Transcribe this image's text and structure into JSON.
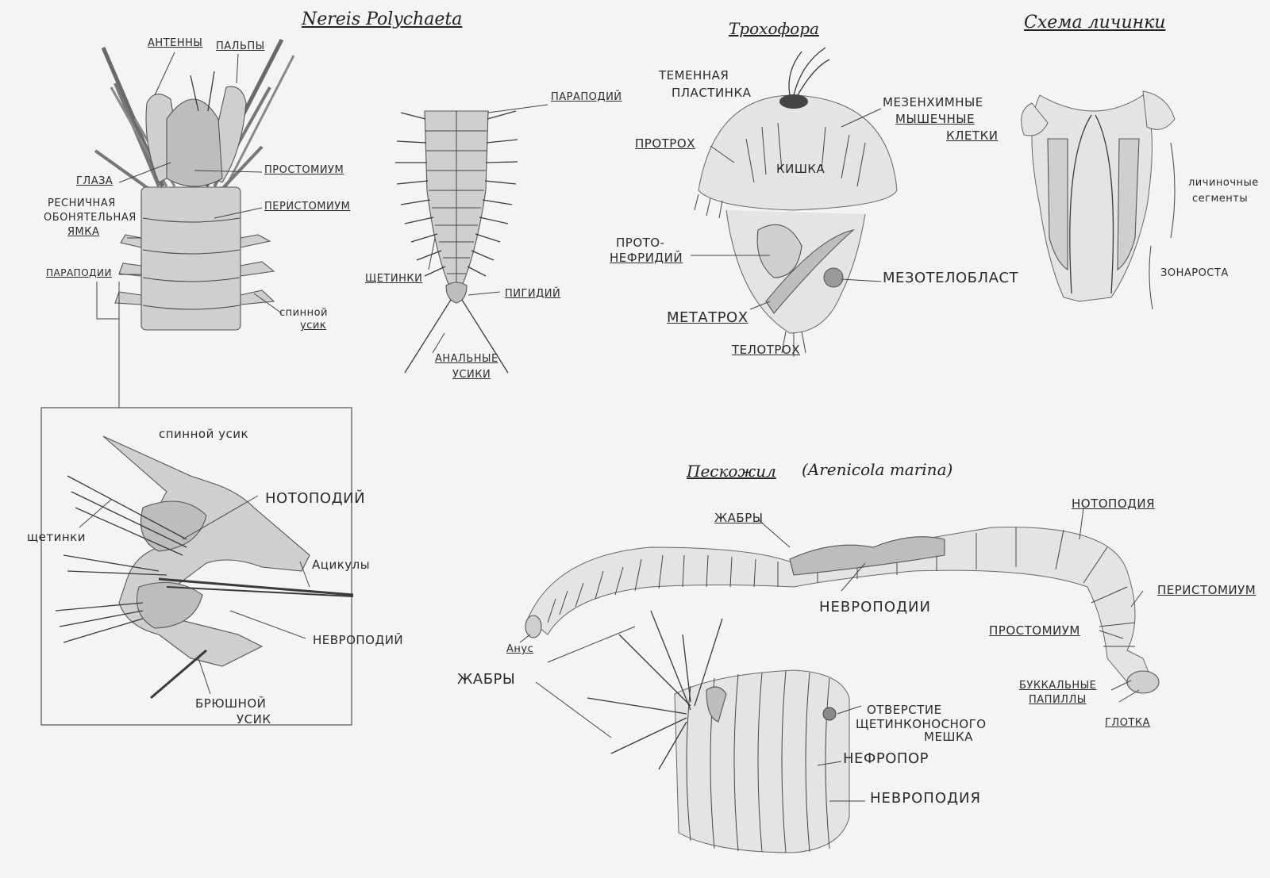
{
  "titles": {
    "nereis": "Nereis Polychaeta",
    "trochophore": "Трохофора",
    "larva_scheme": "Схема личинки",
    "lugworm": "Пескожил",
    "lugworm_latin": "(Arenicola marina)"
  },
  "nereis_labels": {
    "antennae": "АНТЕННЫ",
    "palps": "ПАЛЬПЫ",
    "eyes": "ГЛАЗА",
    "prostomium": "ПРОСТОМИУМ",
    "ciliated_pit_1": "РЕСНИЧНАЯ",
    "ciliated_pit_2": "ОБОНЯТЕЛЬНАЯ",
    "ciliated_pit_3": "ЯМКА",
    "peristomium": "ПЕРИСТОМИУМ",
    "parapodia": "ПАРАПОДИИ",
    "dorsal_cirrus_1": "спинной",
    "dorsal_cirrus_2": "усик"
  },
  "worm_labels": {
    "parapodia": "ПАРАПОДИЙ",
    "setae": "ЩЕТИНКИ",
    "pygidium": "ПИГИДИЙ",
    "anal_cirri_1": "АНАЛЬНЫЕ",
    "anal_cirri_2": "УСИКИ"
  },
  "parapod_labels": {
    "dorsal_cirrus": "спинной усик",
    "notopodium": "НОТОПОДИЙ",
    "setae": "щетинки",
    "aciculae": "Ацикулы",
    "neuropodium": "НЕВРОПОДИЙ",
    "ventral_cirrus_1": "БРЮШНОЙ",
    "ventral_cirrus_2": "УСИК"
  },
  "trochophore_labels": {
    "apical_plate_1": "ТЕМЕННАЯ",
    "apical_plate_2": "ПЛАСТИНКА",
    "mesenchyme_1": "МЕЗЕНХИМНЫЕ",
    "mesenchyme_2": "МЫШЕЧНЫЕ",
    "mesenchyme_3": "КЛЕТКИ",
    "prototroch": "ПРОТРОХ",
    "gut": "КИШКА",
    "protonephridium_1": "ПРОТО-",
    "protonephridium_2": "НЕФРИДИЙ",
    "mesoteloblast": "МЕЗОТЕЛОБЛАСТ",
    "metatroch": "МЕТАТРОХ",
    "telotroch": "ТЕЛОТРОХ"
  },
  "larva_labels": {
    "segments_1": "личиночные",
    "segments_2": "сегменты",
    "growth_zone": "ЗОНАРОСТА"
  },
  "lugworm_labels": {
    "gills_top": "ЖАБРЫ",
    "notopodia": "НОТОПОДИЯ",
    "neuropodia": "НЕВРОПОДИИ",
    "peristomium": "ПЕРИСТОМИУМ",
    "prostomium": "ПРОСТОМИУМ",
    "anus": "Анус",
    "buccal_1": "БУККАЛЬНЫЕ",
    "buccal_2": "ПАПИЛЛЫ",
    "gills": "ЖАБРЫ",
    "mouth": "ГЛОТКА",
    "opening_1": "ОТВЕРСТИЕ",
    "opening_2": "ЩЕТИНКОНОСНОГО",
    "opening_3": "МЕШКА",
    "nephropore": "НЕФРОПОР",
    "neuropodium": "НЕВРОПОДИЯ"
  }
}
